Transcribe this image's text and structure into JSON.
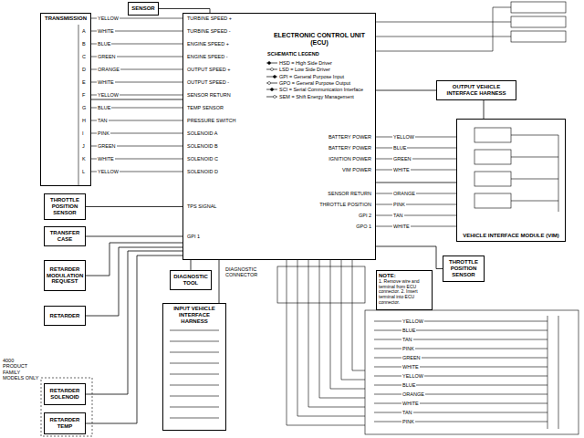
{
  "diagram": {
    "nodes": [
      {
        "text": [
          "SENSOR"
        ]
      },
      {
        "text": [
          "TRANSMISSION"
        ]
      },
      {
        "text": [
          "ELECTRONIC CONTROL UNIT (ECU)"
        ]
      },
      {
        "text": [
          "THROTTLE POSITION SENSOR"
        ]
      },
      {
        "text": [
          "TRANSFER CASE"
        ]
      },
      {
        "text": [
          "RETARDER MODULATION REQUEST"
        ]
      },
      {
        "text": [
          "RETARDER"
        ]
      },
      {
        "text": [
          "RETARDER SOLENOID"
        ]
      },
      {
        "text": [
          "RETARDER TEMP"
        ]
      },
      {
        "text": [
          "DIAGNOSTIC TOOL"
        ]
      },
      {
        "text": [
          "INPUT VEHICLE INTERFACE HARNESS"
        ]
      },
      {
        "text": [
          "NOTE:",
          "1. Remove wire and terminal from ECU connector. 2. Insert terminal into ECU connector."
        ]
      },
      {
        "text": [
          "OUTPUT VEHICLE INTERFACE HARNESS"
        ]
      },
      {
        "text": [
          "VEHICLE INTERFACE MODULE (VIM)"
        ]
      },
      {
        "text": [
          "THROTTLE POSITION SENSOR"
        ]
      }
    ],
    "edges": [
      {
        "from": 0,
        "to": 2,
        "arrow": "none"
      },
      {
        "from": 1,
        "to": 2,
        "arrow": "none"
      },
      {
        "from": 3,
        "to": 2,
        "arrow": "none"
      },
      {
        "from": 4,
        "to": 2,
        "arrow": "none"
      },
      {
        "from": 5,
        "to": 2,
        "arrow": "none"
      },
      {
        "from": 6,
        "to": 2,
        "arrow": "none"
      },
      {
        "from": 7,
        "to": 2,
        "arrow": "none"
      },
      {
        "from": 8,
        "to": 2,
        "arrow": "none"
      },
      {
        "from": 9,
        "to": 2,
        "arrow": "none"
      },
      {
        "from": 10,
        "to": 2,
        "arrow": "none"
      },
      {
        "from": 2,
        "to": 12,
        "arrow": "none"
      },
      {
        "from": 12,
        "to": 13,
        "arrow": "none"
      },
      {
        "from": 2,
        "to": 13,
        "arrow": "none"
      },
      {
        "from": 14,
        "to": 2,
        "arrow": "none"
      }
    ],
    "labels": [
      "YELLOW",
      "WHITE",
      "BLUE",
      "GREEN",
      "ORANGE",
      "WHITE",
      "YELLOW",
      "BLUE",
      "TAN",
      "PINK",
      "GREEN",
      "WHITE",
      "YELLOW",
      "A",
      "B",
      "C",
      "D",
      "E",
      "F",
      "G",
      "H",
      "I",
      "J",
      "K",
      "L",
      "TURBINE SPEED +",
      "TURBINE SPEED -",
      "ENGINE SPEED +",
      "ENGINE SPEED -",
      "OUTPUT SPEED +",
      "OUTPUT SPEED -",
      "SENSOR RETURN",
      "TEMP SENSOR",
      "PRESSURE SWITCH",
      "SOLENOID A",
      "SOLENOID B",
      "SOLENOID C",
      "SOLENOID D",
      "TPS SIGNAL",
      "GPI 1",
      "SCHEMATIC LEGEND",
      "BATTERY POWER",
      "BATTERY POWER",
      "IGNITION POWER",
      "VIM POWER",
      "SENSOR RETURN",
      "THROTTLE POSITION",
      "GPI 2",
      "GPO 1",
      "YELLOW",
      "BLUE",
      "GREEN",
      "WHITE",
      "ORANGE",
      "PINK",
      "TAN",
      "WHITE",
      "YELLOW",
      "BLUE",
      "TAN",
      "PINK",
      "GREEN",
      "WHITE",
      "YELLOW",
      "BLUE",
      "ORANGE",
      "WHITE",
      "TAN",
      "PINK",
      "4000 PRODUCT FAMILY MODELS ONLY",
      "DIAGNOSTIC CONNECTOR"
    ],
    "legend": [
      {
        "text": "HSD = High Side Driver"
      },
      {
        "text": "LSD = Low Side Driver"
      },
      {
        "text": "GPI = General Purpose Input"
      },
      {
        "text": "GPO = General Purpose Output"
      },
      {
        "text": "SCI = Serial Communication Interface"
      },
      {
        "text": "SEM = Shift Energy Management"
      }
    ]
  }
}
